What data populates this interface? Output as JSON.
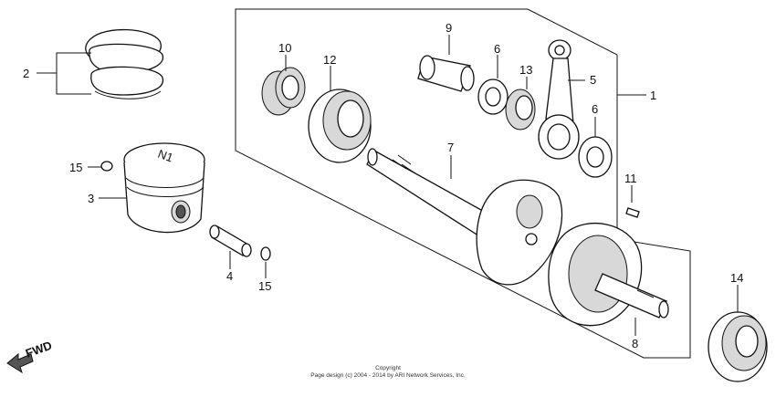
{
  "callouts": [
    {
      "id": "1",
      "label": "1"
    },
    {
      "id": "2",
      "label": "2"
    },
    {
      "id": "3",
      "label": "3"
    },
    {
      "id": "4",
      "label": "4"
    },
    {
      "id": "5",
      "label": "5"
    },
    {
      "id": "6a",
      "label": "6"
    },
    {
      "id": "6b",
      "label": "6"
    },
    {
      "id": "7",
      "label": "7"
    },
    {
      "id": "8",
      "label": "8"
    },
    {
      "id": "9",
      "label": "9"
    },
    {
      "id": "10",
      "label": "10"
    },
    {
      "id": "11",
      "label": "11"
    },
    {
      "id": "12",
      "label": "12"
    },
    {
      "id": "13",
      "label": "13"
    },
    {
      "id": "14",
      "label": "14"
    },
    {
      "id": "15a",
      "label": "15"
    },
    {
      "id": "15b",
      "label": "15"
    }
  ],
  "fwd_label": "FWD",
  "piston_mark": "N1",
  "copyright_line1": "Copyright",
  "copyright_line2": "Page design (c) 2004 - 2014 by ARI Network Services, Inc."
}
